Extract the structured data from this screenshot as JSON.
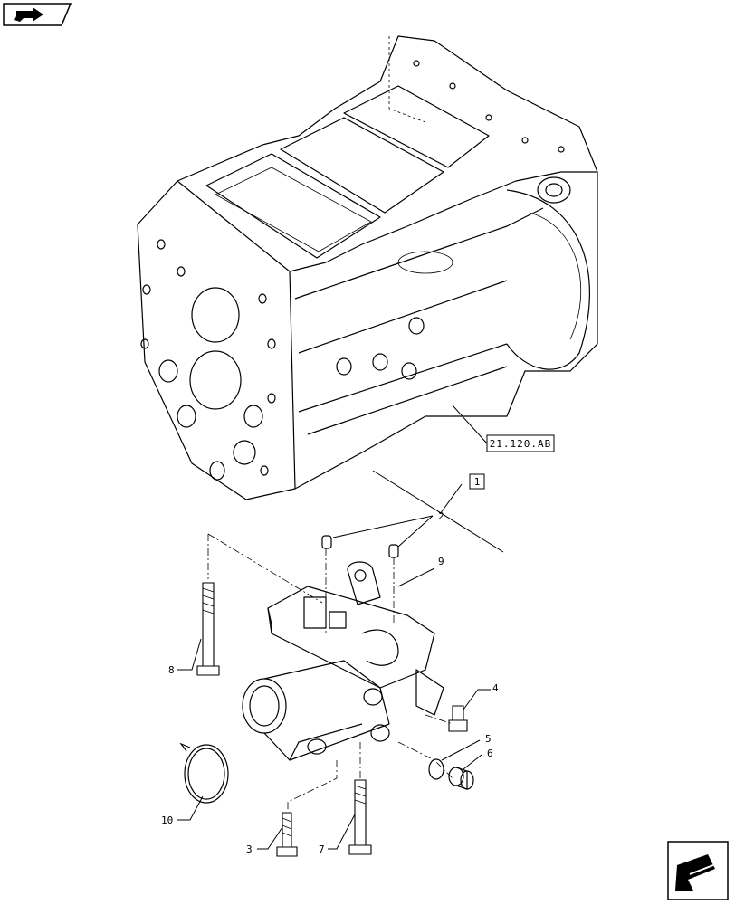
{
  "diagram": {
    "callouts": {
      "c1": "1",
      "c2": "2",
      "c3": "3",
      "c4": "4",
      "c5": "5",
      "c6": "6",
      "c7": "7",
      "c8": "8",
      "c9": "9",
      "c10": "10"
    },
    "reference": "21.120.AB"
  },
  "icons": {
    "top_left_nav": "back-hand-arrow-icon",
    "bottom_right_nav": "next-arrow-icon"
  }
}
